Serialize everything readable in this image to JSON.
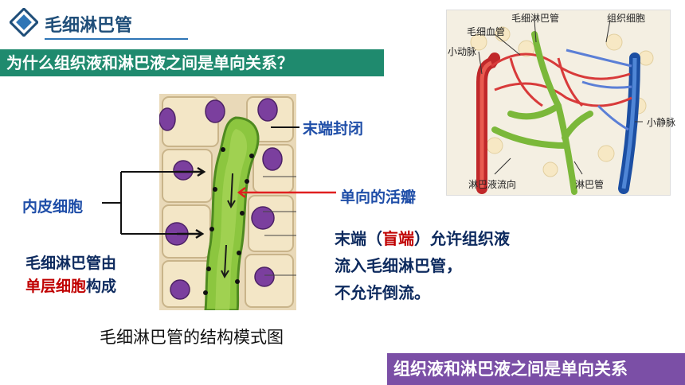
{
  "header": {
    "title": "毛细淋巴管",
    "logo_icon": "diamond-icon"
  },
  "question": "为什么组织液和淋巴液之间是单向关系？",
  "diagram": {
    "caption": "毛细淋巴管的结构模式图",
    "labels": {
      "end_closed": "末端封闭",
      "valve": "单向的活瓣",
      "endothelial": "内皮细胞",
      "single_layer_line1": "毛细淋巴管由",
      "single_layer_red": "单层细胞",
      "single_layer_suffix": "构成"
    }
  },
  "description": {
    "line1_prefix": "末端（",
    "line1_red": "盲端",
    "line1_suffix": "）允许组织液",
    "line2": "流入毛细淋巴管，",
    "line3": "不允许倒流。"
  },
  "illustration": {
    "labels": {
      "lymph_capillary": "毛细淋巴管",
      "tissue_cell": "组织细胞",
      "blood_capillary": "毛细血管",
      "arteriole": "小动脉",
      "venule": "小静脉",
      "lymph_flow": "淋巴液流向",
      "lymph_vessel": "淋巴管"
    }
  },
  "bottom_bar": "组织液和淋巴液之间是单向关系",
  "colors": {
    "question_bar": "#1f8a6e",
    "bottom_bar": "#7b4fa6",
    "title": "#1f4e79",
    "label_blue": "#1f4ea8",
    "emphasis_red": "#c00000"
  }
}
